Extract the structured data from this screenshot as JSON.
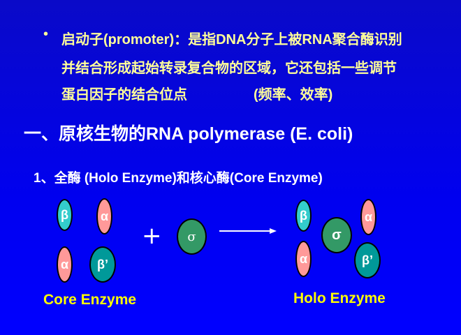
{
  "bullet_text": {
    "line1": "启动子(promoter)：是指DNA分子上被RNA聚合酶识别",
    "line2": "并结合形成起始转录复合物的区域，它还包括一些调节",
    "line3": "蛋白因子的结合位点",
    "line3_note": "(频率、效率)"
  },
  "heading": "一、原核生物的RNA polymerase  (E. coli)",
  "subheading": "1、全酶 (Holo Enzyme)和核心酶(Core Enzyme)",
  "diagram": {
    "core": {
      "beta": "β",
      "alpha1": "α",
      "alpha2": "α",
      "beta_prime": "β’",
      "label": "Core Enzyme"
    },
    "plus": "+",
    "sigma": "σ",
    "holo": {
      "beta": "β",
      "sigma": "σ",
      "alpha1": "α",
      "alpha2": "α",
      "beta_prime": "β’",
      "label": "Holo Enzyme"
    }
  },
  "colors": {
    "background": "#0000ff",
    "text_yellow": "#ffff99",
    "label_yellow": "#ffff00",
    "beta": "#33cccc",
    "alpha": "#ff9999",
    "beta_prime": "#009999",
    "sigma": "#339966"
  }
}
